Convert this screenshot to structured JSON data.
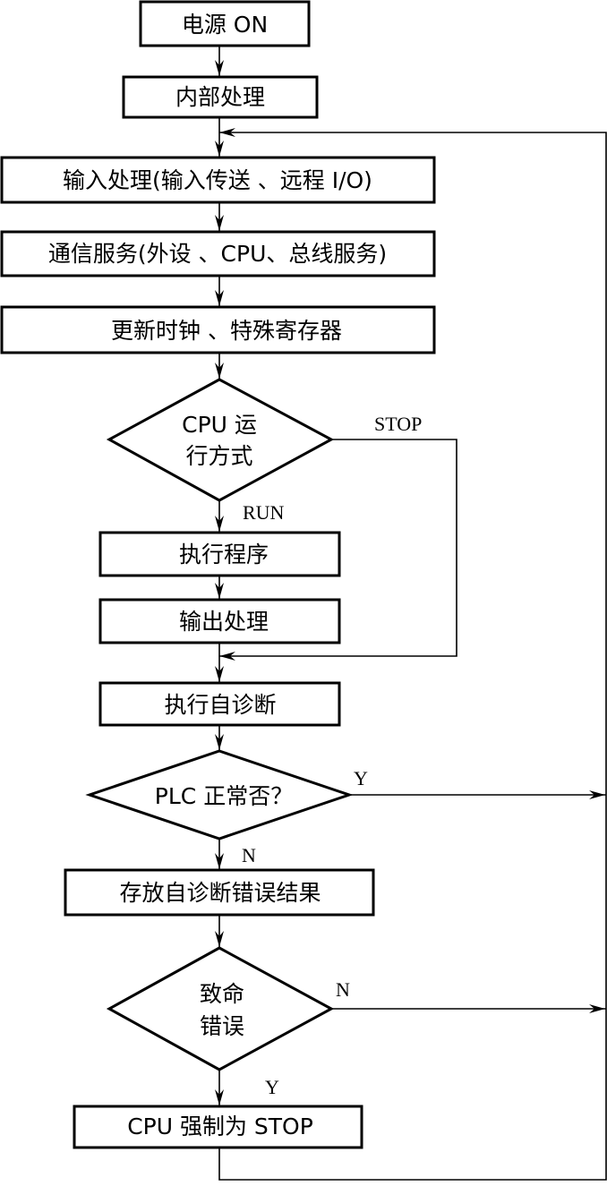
{
  "nodes": {
    "power_on": "电源 ON",
    "internal": "内部处理",
    "input": "输入处理(输入传送 、远程 I/O)",
    "comm": "通信服务(外设 、CPU、总线服务)",
    "update": "更新时钟 、特殊寄存器",
    "mode_line1": "CPU 运",
    "mode_line2": "行方式",
    "exec": "执行程序",
    "output": "输出处理",
    "selfdiag": "执行自诊断",
    "plc_ok": "PLC 正常否？",
    "store": "存放自诊断错误结果",
    "fatal_line1": "致命",
    "fatal_line2": "错误",
    "force_stop": "CPU 强制为 STOP"
  },
  "labels": {
    "stop": "STOP",
    "run": "RUN",
    "plc_yes": "Y",
    "plc_no": "N",
    "fatal_no": "N",
    "fatal_yes": "Y"
  }
}
